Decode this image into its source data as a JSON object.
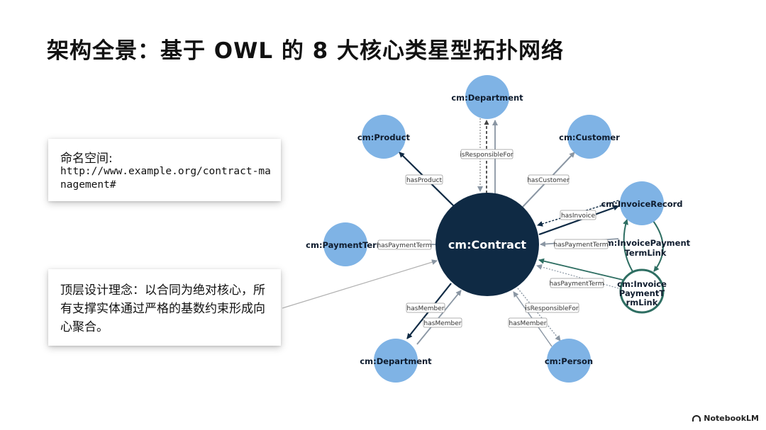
{
  "title": "架构全景：基于 OWL 的 8 大核心类星型拓扑网络",
  "namespace_card": {
    "label": "命名空间:",
    "value": "http://www.example.org/contract-management#"
  },
  "design_card": {
    "text": "顶层设计理念：以合同为绝对核心，所有支撑实体通过严格的基数约束形成向心聚合。"
  },
  "branding": "NotebookLM",
  "colors": {
    "center_node": "#0f2a44",
    "outer_node": "#7fb3e5",
    "teal_accent": "#2e6e62"
  },
  "nodes": {
    "center": "cm:Contract",
    "department_top": "cm:Department",
    "product": "cm:Product",
    "customer": "cm:Customer",
    "invoice_record": "cm:InvoiceRecord",
    "payment_term": "cm:PaymentTerm",
    "department_bottom": "cm:Department",
    "person": "cm:Person",
    "link_text": [
      "cm:InvoicePayment",
      "TermLink"
    ],
    "link_node": [
      "cm:Invoice",
      "PaymentT",
      "rmLink"
    ]
  },
  "edges": {
    "has_product": "hasProduct",
    "is_responsible_for_top": "isResponsibleFor",
    "has_customer": "hasCustomer",
    "has_invoice": "hasInvoice",
    "has_payment_term_right": "hasPaymentTerm",
    "has_payment_term_left": "hasPaymentTerm",
    "has_payment_term_lower": "hasPaymentTerm",
    "has_member_a": "hasMember",
    "has_member_b": "hasMember",
    "is_responsible_for_bottom": "isResponsibleFor",
    "has_member_c": "hasMember"
  }
}
